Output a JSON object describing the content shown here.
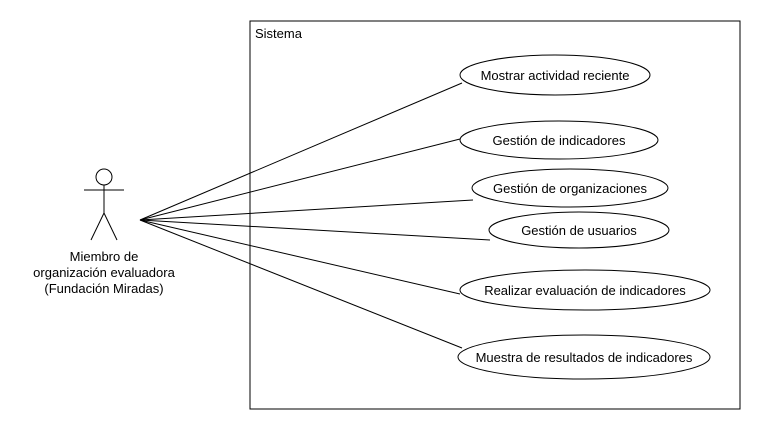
{
  "system": {
    "label": "Sistema"
  },
  "actor": {
    "label_lines": [
      "Miembro de",
      "organización evaluadora",
      "(Fundación Miradas)"
    ]
  },
  "use_cases": [
    {
      "id": "uc-mostrar-actividad",
      "label": "Mostrar actividad reciente"
    },
    {
      "id": "uc-gestion-indicadores",
      "label": "Gestión de indicadores"
    },
    {
      "id": "uc-gestion-organizaciones",
      "label": "Gestión de organizaciones"
    },
    {
      "id": "uc-gestion-usuarios",
      "label": "Gestión de usuarios"
    },
    {
      "id": "uc-realizar-evaluacion",
      "label": "Realizar evaluación de indicadores"
    },
    {
      "id": "uc-muestra-resultados",
      "label": "Muestra de resultados de indicadores"
    }
  ]
}
